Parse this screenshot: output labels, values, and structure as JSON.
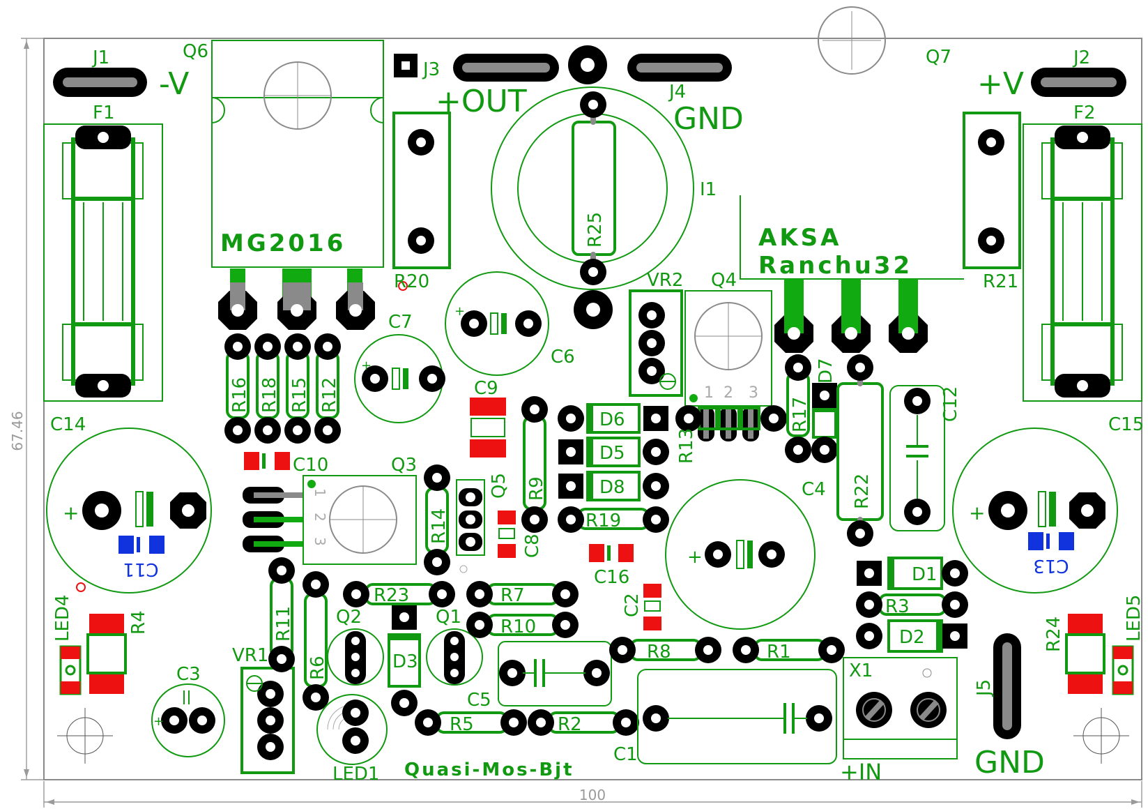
{
  "board": {
    "title_lines": [
      "AKSA",
      "Ranchu32"
    ],
    "footer": "Quasi-Mos-Bjt",
    "dimensions": {
      "width_label": "100",
      "height_label": "67.46"
    }
  },
  "connectors": {
    "J1": {
      "ref": "J1",
      "net": "-V"
    },
    "J2": {
      "ref": "J2",
      "net": "+V"
    },
    "J3": {
      "ref": "J3",
      "net": "+OUT"
    },
    "J4": {
      "ref": "J4",
      "net": "GND"
    },
    "J5": {
      "ref": "J5",
      "net": "GND"
    },
    "X1": {
      "ref": "X1",
      "net": "+IN"
    }
  },
  "components": {
    "fuses": [
      "F1",
      "F2"
    ],
    "transistors": [
      "Q1",
      "Q2",
      "Q3",
      "Q4",
      "Q5",
      "Q6",
      "Q7"
    ],
    "q6_marking": "MG2016",
    "inductor": "I1",
    "trimmers": [
      "VR1",
      "VR2"
    ],
    "leds": [
      "LED1",
      "LED4",
      "LED5"
    ],
    "diodes": [
      "D1",
      "D2",
      "D3",
      "D5",
      "D6",
      "D7",
      "D8"
    ],
    "capacitors": [
      "C1",
      "C2",
      "C3",
      "C4",
      "C5",
      "C6",
      "C7",
      "C8",
      "C9",
      "C10",
      "C11",
      "C12",
      "C13",
      "C14",
      "C15",
      "C16"
    ],
    "resistors": [
      "R1",
      "R2",
      "R3",
      "R4",
      "R5",
      "R6",
      "R7",
      "R8",
      "R9",
      "R10",
      "R11",
      "R12",
      "R13",
      "R14",
      "R15",
      "R16",
      "R17",
      "R18",
      "R19",
      "R20",
      "R21",
      "R22",
      "R23",
      "R24",
      "R25"
    ],
    "pin_numbers": [
      "1",
      "2",
      "3"
    ]
  },
  "colors": {
    "silkscreen": "#119911",
    "pad": "#000000",
    "smd_top": "#ee1111",
    "smd_bottom": "#1133dd",
    "dimension": "#9a9a9a"
  }
}
